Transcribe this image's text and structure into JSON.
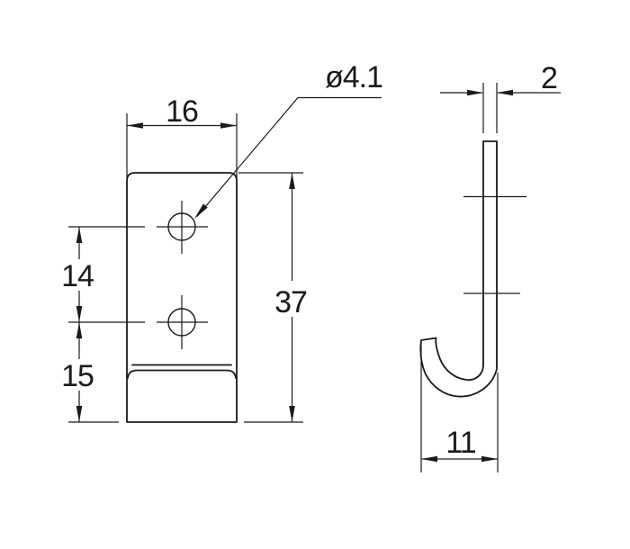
{
  "drawing": {
    "background_color": "#ffffff",
    "line_color": "#1a1a1a",
    "front_view": {
      "hole_count": 2,
      "dimensions": {
        "width": "16",
        "hole_diameter": "ø4.1",
        "hole_center_spacing": "14",
        "lower_hole_to_bottom": "15",
        "overall_height": "37"
      }
    },
    "side_view": {
      "dimensions": {
        "thickness": "2",
        "hook_depth": "11"
      }
    }
  }
}
